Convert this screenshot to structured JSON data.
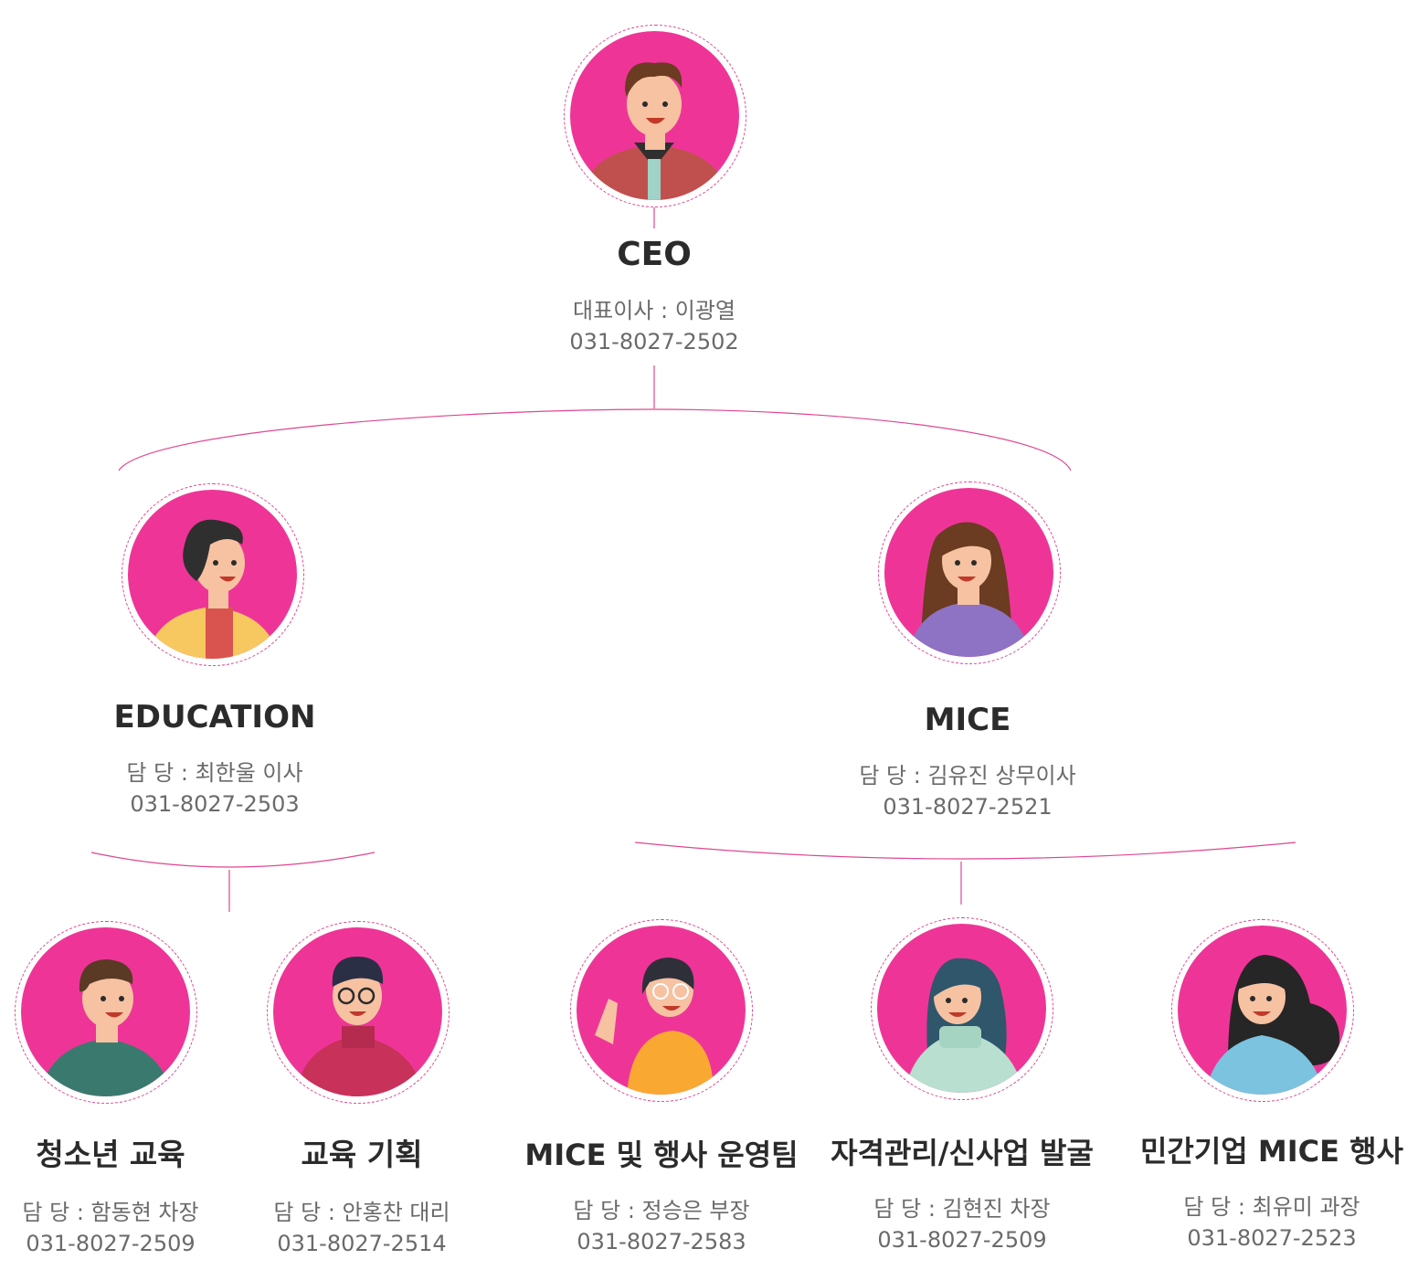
{
  "colors": {
    "accent": "#ee3597",
    "line": "#e0468f"
  },
  "ceo": {
    "title": "CEO",
    "manager": "대표이사 : 이광열",
    "phone": "031-8027-2502",
    "avatar": "man-red-jacket-avatar"
  },
  "divisions": [
    {
      "title": "EDUCATION",
      "manager": "담  당 : 최한울 이사",
      "phone": "031-8027-2503",
      "avatar": "man-curly-hair-yellow-jacket-avatar"
    },
    {
      "title": "MICE",
      "manager": "담  당 : 김유진 상무이사",
      "phone": "031-8027-2521",
      "avatar": "woman-long-hair-purple-avatar"
    }
  ],
  "teams": [
    {
      "title": "청소년 교육",
      "manager": "담  당 : 함동현 차장",
      "phone": "031-8027-2509",
      "avatar": "man-green-shirt-avatar"
    },
    {
      "title": "교육 기획",
      "manager": "담  당 : 안홍찬 대리",
      "phone": "031-8027-2514",
      "avatar": "man-glasses-red-sweater-avatar"
    },
    {
      "title": "MICE 및 행사 운영팀",
      "manager": "담  당 : 정승은 부장",
      "phone": "031-8027-2583",
      "avatar": "woman-glasses-waving-avatar"
    },
    {
      "title": "자격관리/신사업 발굴",
      "manager": "담  당 : 김현진 차장",
      "phone": "031-8027-2509",
      "avatar": "woman-turtleneck-avatar"
    },
    {
      "title": "민간기업 MICE 행사",
      "manager": "담  당 : 최유미 과장",
      "phone": "031-8027-2523",
      "avatar": "woman-curly-hair-blue-avatar"
    }
  ]
}
